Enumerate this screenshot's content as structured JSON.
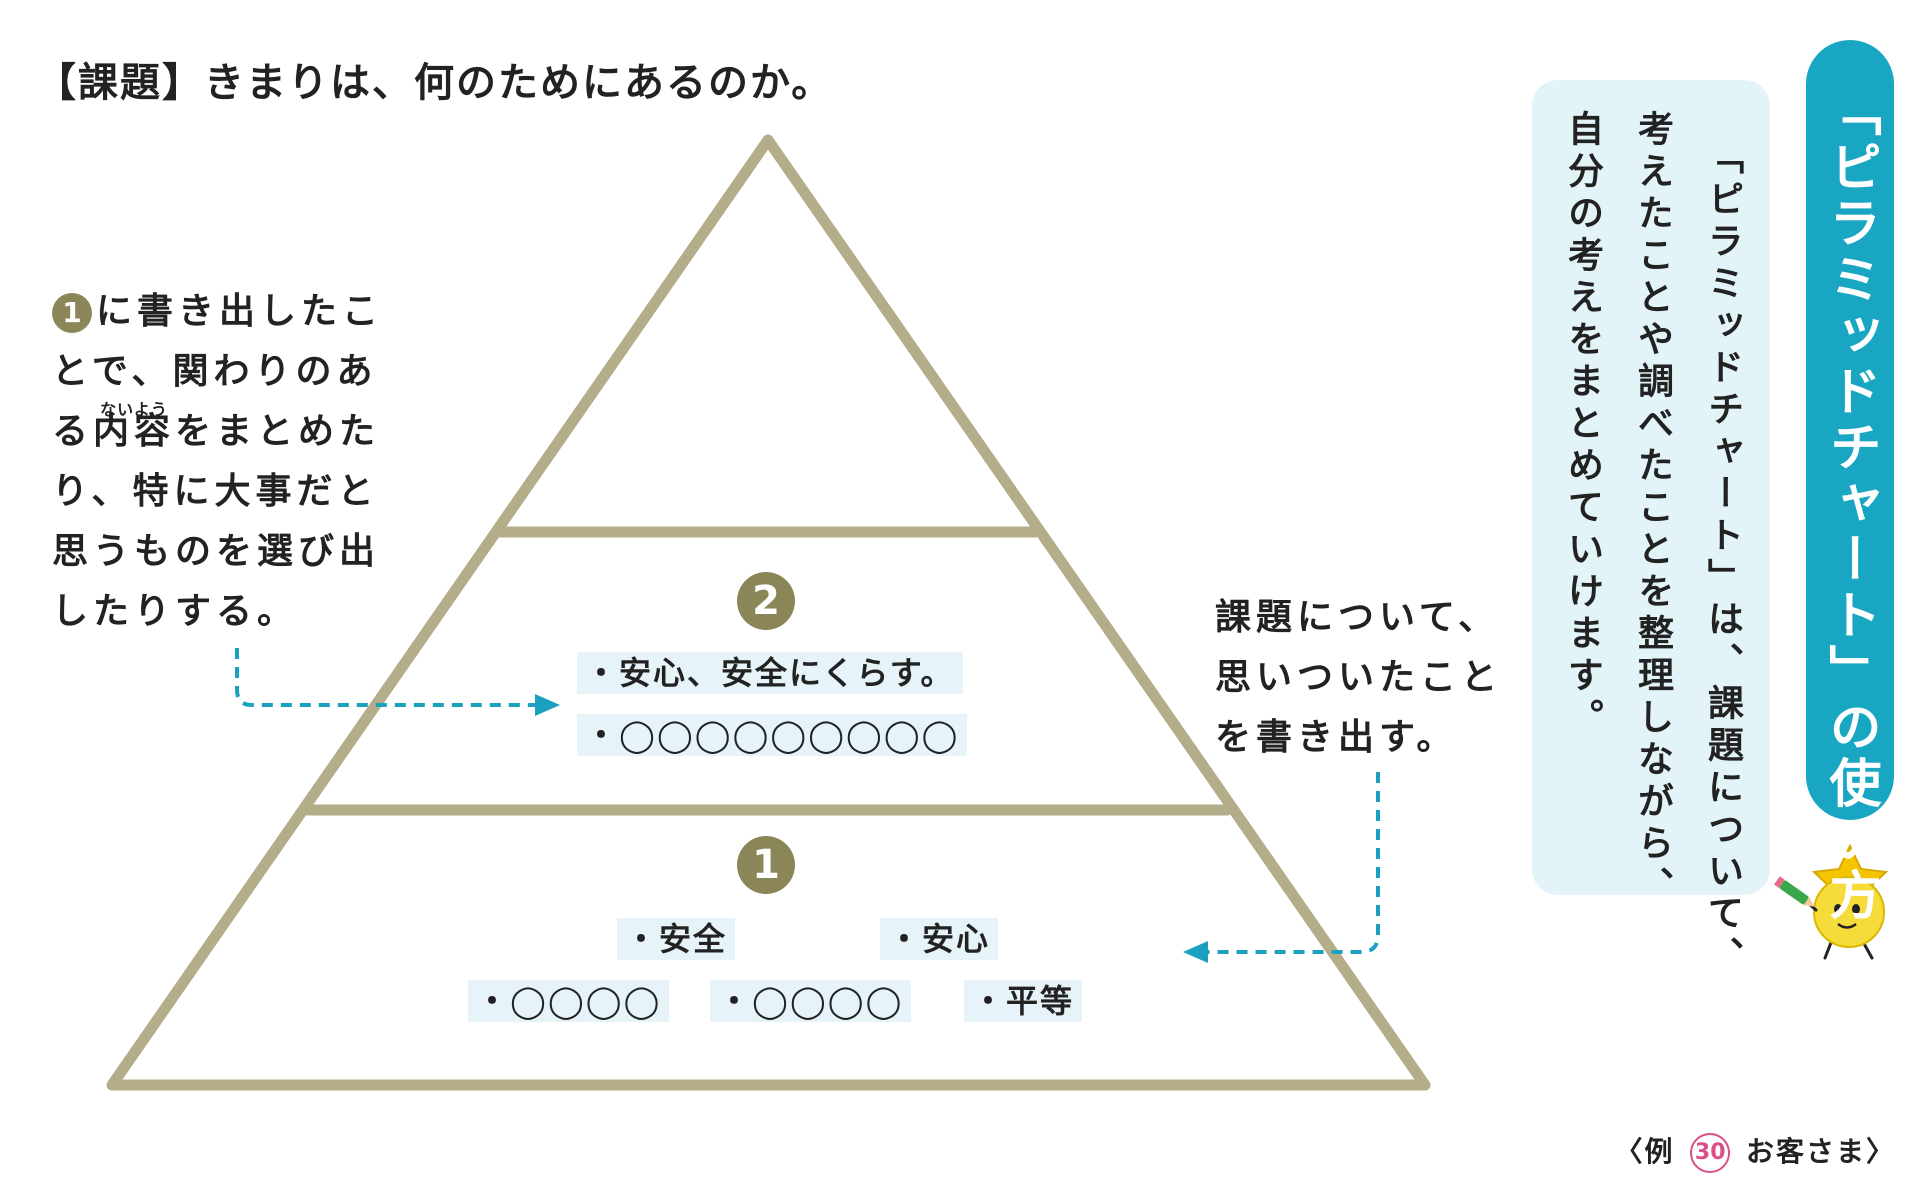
{
  "task": "【課題】きまりは、何のためにあるのか。",
  "pyramid": {
    "level2": {
      "badge": "2",
      "items": [
        "・安心、安全にくらす。",
        "・◯◯◯◯◯◯◯◯◯"
      ]
    },
    "level1": {
      "badge": "1",
      "items": [
        "・安全",
        "・安心",
        "・◯◯◯◯",
        "・◯◯◯◯",
        "・平等"
      ]
    }
  },
  "left_note": {
    "badge": "1",
    "line1_rest": "に書き出したこ",
    "line2": "とで、関わりのあ",
    "line3_pre": "る",
    "line3_kanji": "内容",
    "line3_ruby": "ないよう",
    "line3_post": "をまとめた",
    "line4": "り、特に大事だと",
    "line5": "思うものを選び出",
    "line6": "したりする。"
  },
  "right_note": {
    "line1": "課題について、",
    "line2": "思いついたこと",
    "line3": "を書き出す。"
  },
  "how_to": {
    "title": "「ピラミッドチャート」の使い方",
    "col1": "「ピラミッドチャート」は、課題について、",
    "col2": "考えたことや調べたことを整理しながら、",
    "col3": "自分の考えをまとめていけます。"
  },
  "footer": {
    "pre": "〈例",
    "num": "30",
    "post": "お客さま〉"
  },
  "colors": {
    "pyramid_stroke": "#b3ad8a",
    "badge": "#8a8658",
    "item_bg": "#e6f3f8",
    "arrow": "#1aa1c0",
    "title_band": "#18a6c2",
    "box_bg": "#e3f4f9",
    "footer_circle": "#d94f8a",
    "mascot_star": "#f5c400"
  }
}
